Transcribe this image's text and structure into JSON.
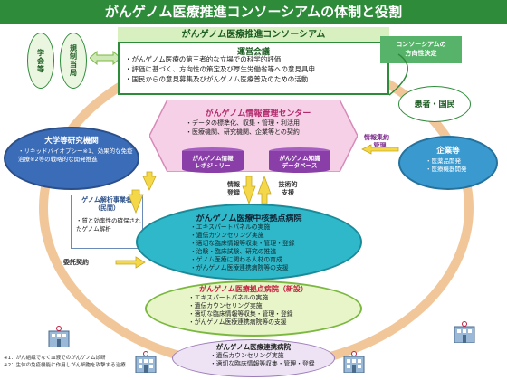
{
  "title": "がんゲノム医療推進コンソーシアムの体制と役割",
  "left_bodies": {
    "gakkai": "学会等",
    "kisei": "規制当局"
  },
  "consortium": {
    "title": "がんゲノム医療推進コンソーシアム",
    "steering_title": "運営会議",
    "steering_items": [
      "がんゲノム医療の第三者的な立場での科学的評価",
      "評価に基づく、方向性の策定及び厚生労働省等への意見具申",
      "国民からの意見募集及びがんゲノム医療普及のための活動"
    ]
  },
  "policy_note": "コンソーシアムの\n方向性決定",
  "patient": "患者・国民",
  "info_center": {
    "title": "がんゲノム情報管理センター",
    "items": [
      "データの標準化、収集・管理・利活用",
      "医療機関、研究機関、企業等との契約"
    ],
    "repository": "がんゲノム情報\nレポジトリー",
    "knowledge_db": "がんゲノム知識\nデータベース"
  },
  "feedback_label": "情報集約\n・管理",
  "university": {
    "title": "大学等研究機関",
    "items": [
      "リキッドバイオプシー※1、効果的な免疫治療※2等の戦略的な開発推進"
    ]
  },
  "company": {
    "title": "企業等",
    "items": [
      "医薬品開発",
      "医療機器開発"
    ]
  },
  "analysis": {
    "title": "ゲノム解析事業者\n（民間）",
    "items": [
      "質と効率性の確保されたゲノム解析"
    ]
  },
  "labels": {
    "contract": "委託契約",
    "data_registration": "情報\n登録",
    "technical_support": "技術的\n支援"
  },
  "core_hospital": {
    "title": "がんゲノム医療中核拠点病院",
    "items": [
      "エキスパートパネルの実施",
      "遺伝カウンセリング実施",
      "適切な臨床情報等収集・管理・登録",
      "治験・臨床試験、研究の推進",
      "ゲノム医療に関わる人材の育成",
      "がんゲノム医療連携病院等の支援"
    ]
  },
  "hub_hospital": {
    "title": "がんゲノム医療拠点病院（新設）",
    "items": [
      "エキスパートパネルの実施",
      "遺伝カウンセリング実施",
      "適切な臨床情報等収集・管理・登録",
      "がんゲノム医療連携病院等の支援"
    ]
  },
  "cooperation_hospital": {
    "title": "がんゲノム医療連携病院",
    "items": [
      "遺伝カウンセリング実施",
      "適切な臨床情報等収集・管理・登録"
    ]
  },
  "footnotes": [
    "※1：がん組織でなく血液でのがんゲノム診断",
    "※2：生体の免疫機能に作用しがん細胞を攻撃する治療"
  ],
  "colors": {
    "title_green": "#2e8b3a",
    "university_blue": "#3a6cb8",
    "company_blue": "#3a9ad0",
    "core_teal": "#2eb8c9",
    "hub_green": "#e8f5c8",
    "hub_red": "#c41f3e",
    "info_pink": "#f6d0e6",
    "db_purple": "#8a3fa8",
    "cooperation_lavender": "#ede3f5"
  }
}
